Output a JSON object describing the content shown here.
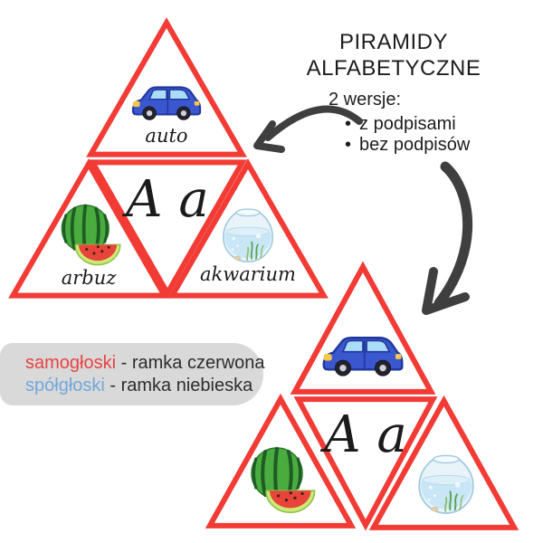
{
  "title": {
    "line1": "PIRAMIDY",
    "line2": "ALFABETYCZNE"
  },
  "versions": {
    "heading": "2 wersje:",
    "bullet": "•",
    "items": [
      "z podpisami",
      "bez podpisów"
    ]
  },
  "legend": {
    "items": [
      {
        "term": "samogłoski",
        "rest": "- ramka czerwona",
        "term_style": "color:#e84343"
      },
      {
        "term": "spółgłoski",
        "rest": "- ramka niebieska",
        "term_style": "color:#70a7dc"
      }
    ]
  },
  "pyramids": {
    "with_captions": {
      "letters": "A a",
      "top_tile": {
        "icon": "car-icon",
        "caption": "auto"
      },
      "left_tile": {
        "icon": "watermelon-icon",
        "caption": "arbuz"
      },
      "right_tile": {
        "icon": "aquarium-icon",
        "caption": "akwarium"
      }
    },
    "without_captions": {
      "letters": "A a",
      "top_tile": {
        "icon": "car-icon"
      },
      "left_tile": {
        "icon": "watermelon-icon"
      },
      "right_tile": {
        "icon": "aquarium-icon"
      }
    }
  },
  "colors": {
    "frame_red": "#f23b35",
    "arrow_dark": "#3f3f3f",
    "legend_bg": "#d9d9d9",
    "vowel_red": "#e84343",
    "consonant_blue": "#70a7dc"
  }
}
